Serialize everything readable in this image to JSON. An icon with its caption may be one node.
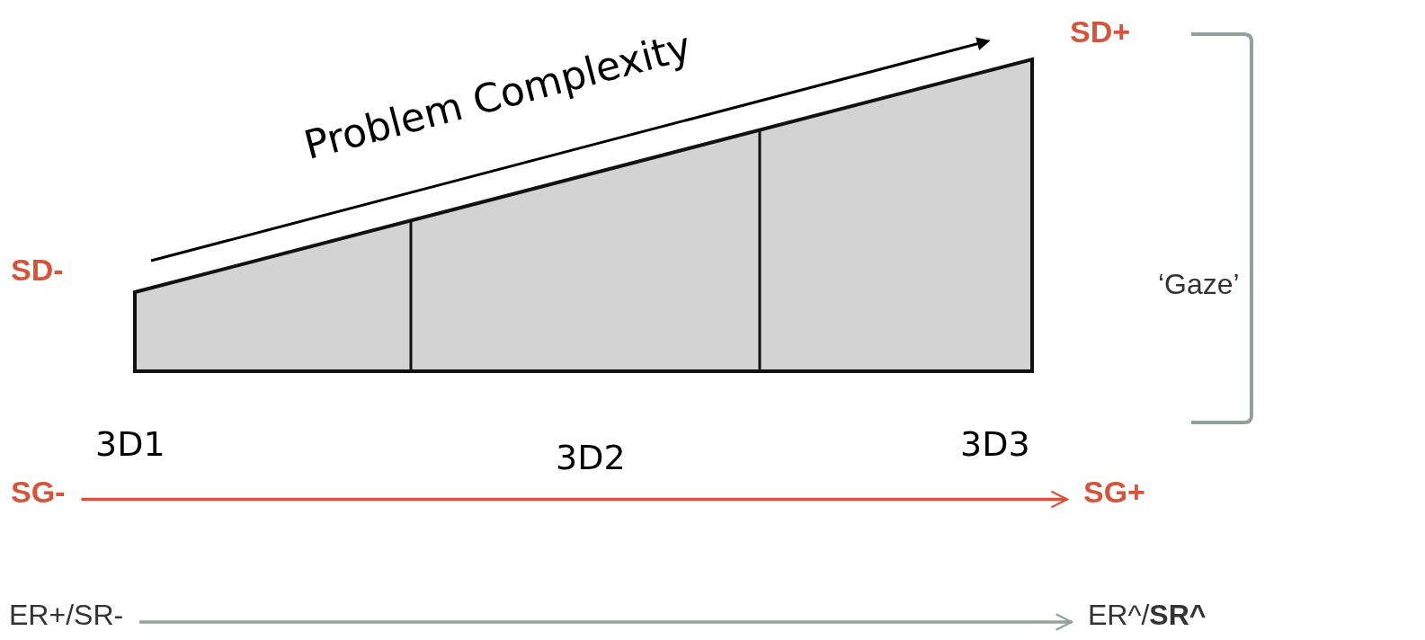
{
  "diagram": {
    "nodes": [
      {
        "text": [
          "SG-"
        ]
      },
      {
        "text": [
          "SG+"
        ]
      },
      {
        "text": [
          "ER+/SR-"
        ]
      },
      {
        "text": [
          "ER^/**SR^**"
        ]
      }
    ],
    "edges": [
      {
        "from": 0,
        "to": 1,
        "arrow": "to",
        "color": "#d4553b"
      },
      {
        "from": 2,
        "to": 3,
        "arrow": "to",
        "color": "#8fa397"
      }
    ],
    "labels": [
      "SD+",
      "Problem Complexity",
      "‘Gaze’",
      "SD-",
      "3D1",
      "3D2",
      "3D3"
    ]
  }
}
